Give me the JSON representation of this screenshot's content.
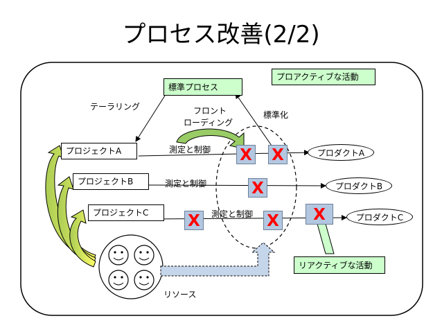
{
  "title": "プロセス改善(2/2)",
  "standard_process": "標準プロセス",
  "proactive": "プロアクティブな活動",
  "reactive": "リアクティブな活動",
  "tailoring": "テーラリング",
  "front_loading_1": "フロント",
  "front_loading_2": "ローディング",
  "standardize": "標準化",
  "resources": "リソース",
  "mark": "X",
  "projects": [
    "プロジェクトA",
    "プロジェクトB",
    "プロジェクトC"
  ],
  "measure": "測定と制御",
  "products": [
    "プロダクトA",
    "プロダクトB",
    "プロダクトC"
  ],
  "colors": {
    "green_box": "#ccffcc",
    "x_box": "#b3c7e1",
    "x_mark": "#ff0000",
    "yellow_arrow": "#ffff66",
    "green_arrow": "#99cc66"
  },
  "icons": [
    "smiley-face-icon",
    "smiley-face-icon",
    "smiley-face-icon",
    "smiley-face-icon"
  ]
}
